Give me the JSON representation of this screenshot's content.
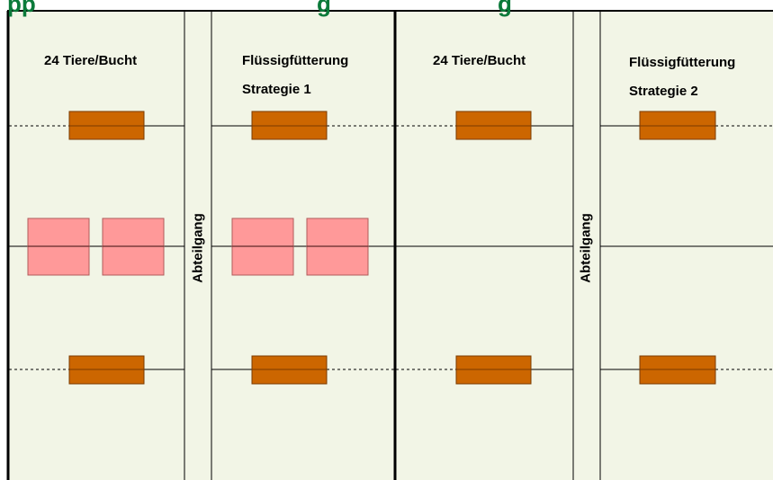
{
  "colors": {
    "background": "#f2f5e6",
    "title": "#0b7a3a",
    "feeder": "#cc6600",
    "feeder_border": "#7a3a00",
    "lying_area": "#ff9999",
    "lying_area_border": "#b05a5a",
    "line": "#000000"
  },
  "title_fragments": [
    "pp",
    "g",
    "g"
  ],
  "left_section": {
    "pen_label": "24 Tiere/Bucht",
    "feeding_label": "Flüssigfütterung",
    "strategy_label": "Strategie 1",
    "aisle_label": "Abteilgang"
  },
  "right_section": {
    "pen_label": "24 Tiere/Bucht",
    "feeding_label": "Flüssigfütterung",
    "strategy_label": "Strategie 2",
    "aisle_label": "Abteilgang"
  }
}
